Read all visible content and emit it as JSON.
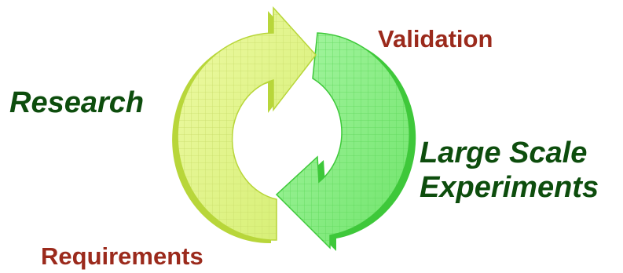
{
  "labels": {
    "research": "Research",
    "validation": "Validation",
    "experiments_line1": "Large Scale",
    "experiments_line2": "Experiments",
    "requirements": "Requirements"
  },
  "colors": {
    "label_green": "#0d4d0d",
    "label_red": "#9b2a1c",
    "left_arrow_fill": "#e2f58a",
    "left_arrow_edge": "#b8d63a",
    "right_arrow_fill": "#8ef08a",
    "right_arrow_edge": "#3ec83a"
  }
}
